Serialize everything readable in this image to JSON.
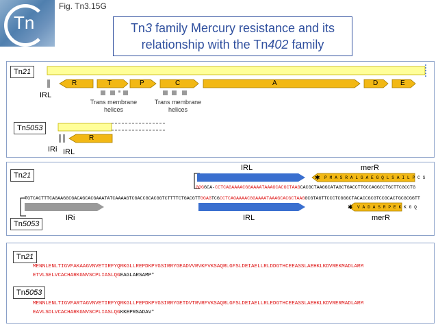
{
  "header": {
    "logo_text": "Tn",
    "fig_label": "Fig. Tn3.15G",
    "title_line1_a": "Tn",
    "title_line1_b": "3",
    "title_line1_c": " family Mercury resistance and its",
    "title_line2_a": "relationship with the Tn",
    "title_line2_b": "402",
    "title_line2_c": " family"
  },
  "panel1": {
    "tn21_label_a": "Tn",
    "tn21_label_b": "21",
    "tn5053_label_a": "Tn",
    "tn5053_label_b": "5053",
    "genes_tn21": [
      "R",
      "T",
      "P",
      "C",
      "A",
      "D",
      "E"
    ],
    "irl": "IRL",
    "tm1": "Trans membrane helices",
    "tm2": "Trans membrane helices",
    "iri": "IRi",
    "irl2": "IRL",
    "gene_tn5053": "R"
  },
  "panel2": {
    "tn21_label_a": "Tn",
    "tn21_label_b": "21",
    "tn5053_label_a": "Tn",
    "tn5053_label_b": "5053",
    "irl_top": "IRL",
    "merR_top": "merR",
    "merR_top_seq": "P M A S R A L G A E G Q L S A I L P C S",
    "seq_top_red1": "GGG",
    "seq_top_black1": "GCA-",
    "seq_top_red2": "CCTCAGAAAACGGAAAATAAAGCACGCTAAG",
    "seq_top_black2": "CACGCTAAGGCATAGCTGACCTTGCCAGGCCTGCTTCGCCTG",
    "seq_bot_black1": "TGTCACTTTCAGAAGGCGACAGCACGAAATATCAAAAGTCGACCGCACGGTCTTTTCTGACGTT",
    "seq_bot_red1": "GGAG",
    "seq_bot_black2": "TCG",
    "seq_bot_red2": "CCTCAGAAAACGGAAAATAAAGCACGCTAAG",
    "seq_bot_black3": "GCGTAGTTCCCTCGGGCTACACCGCGTCCGCACTGCGCGGTT",
    "iri": "IRi",
    "irl_bottom": "IRL",
    "merR_bottom": "merR",
    "merR_bottom_seq": "V A D A S R P E K K G Q"
  },
  "panel3": {
    "tn21_label_a": "Tn",
    "tn21_label_b": "21",
    "tn5053_label_a": "Tn",
    "tn5053_label_b": "5053",
    "tn21_line1_red": "MENNLENLTIGVFAKAAGVNVETIRFYQRKGLLREPDKPYGSIRRYGEADVVRVKFVKSAQRLGFSLDEIAELLRLDDGTHCEEASSLAEHKLKDVREKMADLARM",
    "tn21_line2_red": "ETVLSELVCACHARKGNVSCPLIASLQG",
    "tn21_line2_black": "EAGLARSAMP*",
    "tn5053_line1_red": "MENNLENLTIGVFARTAGVNVETIRFYQRKGLLPEPDKPYGSIRRYGETDVTRVRFVKSAQRLGFSLDEIAELLRLEDGTHCEEASSLAEHKLKDVRERMADLARM",
    "tn5053_line2_red": "EAVLSDLVCACHARKGNVSCPLIASLQG",
    "tn5053_line2_black": "KKEPRSADAV*"
  },
  "colors": {
    "gene_fill": "#f2b814",
    "backbone": "#ffff99",
    "irl_blue": "#3a6fcf",
    "iri_grey": "#9a9a9a",
    "red_text": "#dd1111",
    "title_blue": "#2f4f9e"
  }
}
